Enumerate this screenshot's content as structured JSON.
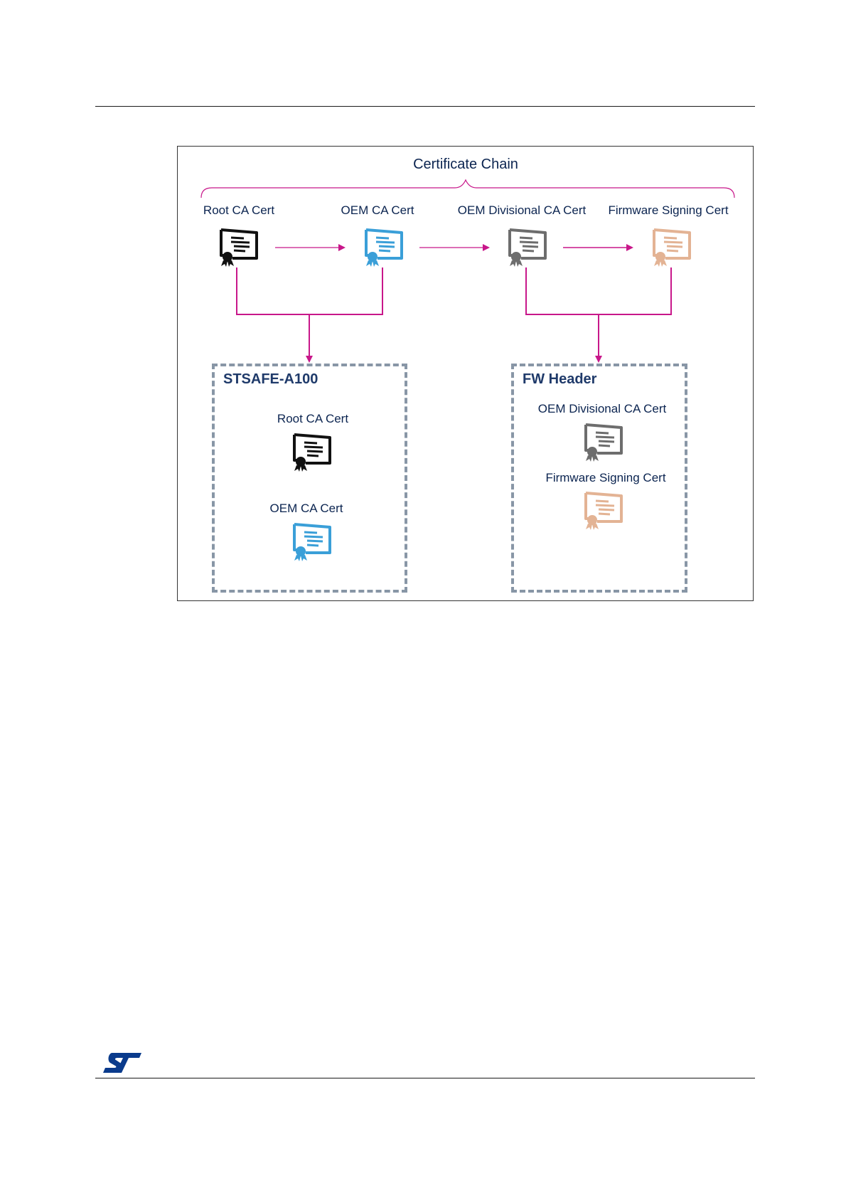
{
  "diagram": {
    "title": "Certificate Chain",
    "chain": [
      {
        "label": "Root CA Cert",
        "color": "#111111"
      },
      {
        "label": "OEM CA Cert",
        "color": "#3a9fd8"
      },
      {
        "label": "OEM Divisional CA Cert",
        "color": "#6d6d6d"
      },
      {
        "label": "Firmware Signing Cert",
        "color": "#e3b394"
      }
    ],
    "edge_color": "#c8178a",
    "boxes": [
      {
        "title": "STSAFE-A100",
        "items": [
          {
            "label": "Root CA Cert",
            "color": "#111111"
          },
          {
            "label": "OEM CA Cert",
            "color": "#3a9fd8"
          }
        ]
      },
      {
        "title": "FW Header",
        "items": [
          {
            "label": "OEM Divisional CA Cert",
            "color": "#6d6d6d"
          },
          {
            "label": "Firmware Signing Cert",
            "color": "#e3b394"
          }
        ]
      }
    ],
    "box_border_color": "#8896a6"
  },
  "footer": {
    "logo_icon": "st-logo-icon",
    "logo_color": "#0a3b8c"
  }
}
